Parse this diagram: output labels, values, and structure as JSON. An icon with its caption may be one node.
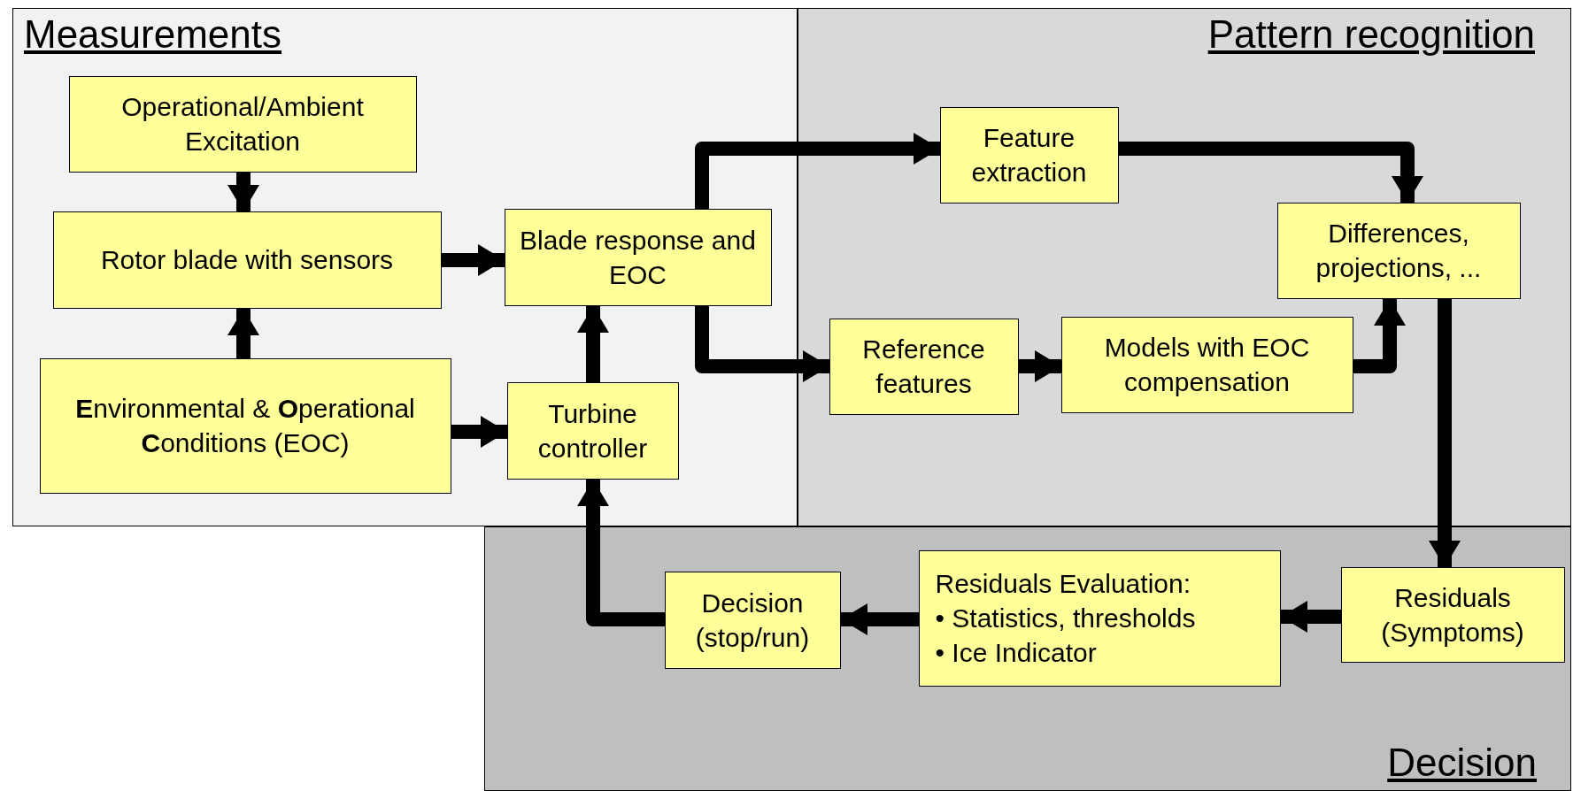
{
  "diagram": {
    "nodes": [
      {
        "text": [
          "Measurements"
        ]
      },
      {
        "text": [
          "Operational/Ambient Excitation"
        ],
        "in": 0
      },
      {
        "text": [
          "Rotor blade with sensors"
        ],
        "in": 0
      },
      {
        "text": [
          "**E**nvironmental & **O**perational **C**onditions (EOC)"
        ],
        "in": 0
      },
      {
        "text": [
          "Blade response and EOC"
        ],
        "in": 0
      },
      {
        "text": [
          "Turbine controller"
        ],
        "in": 0
      },
      {
        "text": [
          "Pattern recognition"
        ]
      },
      {
        "text": [
          "Feature extraction"
        ],
        "in": 6
      },
      {
        "text": [
          "Differences, projections, ..."
        ],
        "in": 6
      },
      {
        "text": [
          "Reference features"
        ],
        "in": 6
      },
      {
        "text": [
          "Models with EOC compensation"
        ],
        "in": 6
      },
      {
        "text": [
          "Decision"
        ]
      },
      {
        "text": [
          "Residuals (Symptoms)"
        ],
        "in": 11
      },
      {
        "text": [
          "Residuals Evaluation:",
          "• Statistics, thresholds",
          "• Ice Indicator"
        ],
        "in": 11
      },
      {
        "text": [
          "Decision (stop/run)"
        ],
        "in": 11
      }
    ],
    "edges": [
      {
        "from": 1,
        "to": 2,
        "arrow": "to"
      },
      {
        "from": 3,
        "to": 2,
        "arrow": "to"
      },
      {
        "from": 2,
        "to": 4,
        "arrow": "to"
      },
      {
        "from": 3,
        "to": 5,
        "arrow": "to"
      },
      {
        "from": 5,
        "to": 4,
        "arrow": "to"
      },
      {
        "from": 4,
        "to": 7,
        "arrow": "to"
      },
      {
        "from": 4,
        "to": 9,
        "arrow": "to"
      },
      {
        "from": 7,
        "to": 8,
        "arrow": "to"
      },
      {
        "from": 9,
        "to": 10,
        "arrow": "to"
      },
      {
        "from": 10,
        "to": 8,
        "arrow": "to"
      },
      {
        "from": 8,
        "to": 12,
        "arrow": "to"
      },
      {
        "from": 12,
        "to": 13,
        "arrow": "to"
      },
      {
        "from": 13,
        "to": 14,
        "arrow": "to"
      },
      {
        "from": 14,
        "to": 5,
        "arrow": "to"
      }
    ]
  }
}
